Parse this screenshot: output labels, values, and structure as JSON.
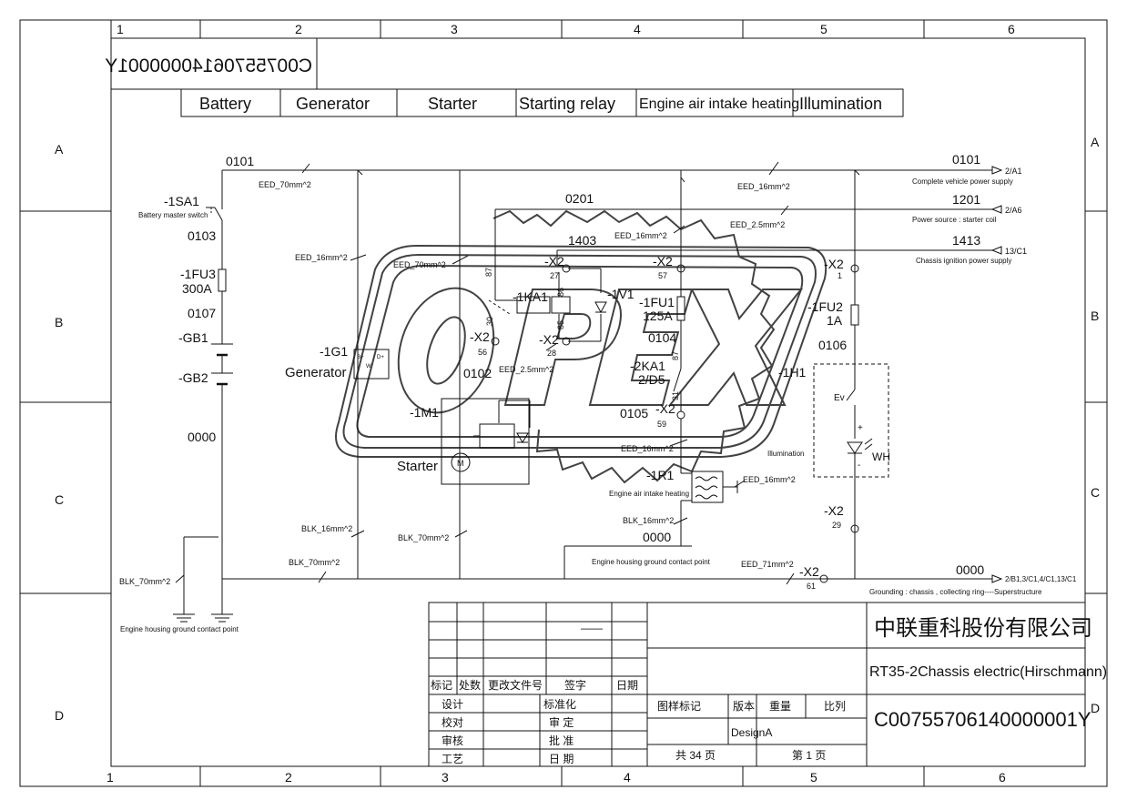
{
  "frame": {
    "cols_top": [
      "1",
      "2",
      "3",
      "4",
      "5",
      "6"
    ],
    "cols_bottom": [
      "1",
      "2",
      "3",
      "4",
      "5",
      "6"
    ],
    "rows_left": [
      "A",
      "B",
      "C",
      "D"
    ],
    "rows_right": [
      "A",
      "B",
      "C",
      "D"
    ]
  },
  "mirrored_code": "C00755706140000001Y",
  "tabs": [
    "Battery",
    "Generator",
    "Starter",
    "Starting relay",
    "Engine air intake heating",
    "Illumination"
  ],
  "watermark": "OPEX",
  "wires": {
    "w0101_left": "0101",
    "w0101_right": "0101",
    "w0201": "0201",
    "w1201": "1201",
    "w1403_top": "1403",
    "w1413": "1413",
    "w0103": "0103",
    "w0107": "0107",
    "w0000_left": "0000",
    "w0000_mid": "0000",
    "w0000_right": "0000",
    "w0102": "0102",
    "w0104": "0104",
    "w0105": "0105",
    "w0106": "0106"
  },
  "cables": {
    "eed70_a": "EED_70mm^2",
    "eed70_b": "EED_70mm^2",
    "eed16_a": "EED_16mm^2",
    "eed16_b": "EED_16mm^2",
    "eed16_c": "EED_16mm^2",
    "eed16_d": "EED_16mm^2",
    "eed16_e": "EED_16mm^2",
    "eed25_a": "EED_2.5mm^2",
    "eed25_b": "EED_2.5mm^2",
    "eed71": "EED_71mm^2",
    "blk16_a": "BLK_16mm^2",
    "blk16_b": "BLK_16mm^2",
    "blk70_a": "BLK_70mm^2",
    "blk70_b": "BLK_70mm^2",
    "blk70_c": "BLK_70mm^2"
  },
  "components": {
    "sa1": "-1SA1",
    "sa1_desc": "Battery master switch",
    "fu3": "-1FU3",
    "fu3_val": "300A",
    "gb1": "-GB1",
    "gb2": "-GB2",
    "g1": "-1G1",
    "g1_name": "Generator",
    "m1": "-1M1",
    "m1_name": "Starter",
    "m_symbol": "M",
    "ka1": "-1KA1",
    "v1": "-1V1",
    "fu1": "-1FU1",
    "fu1_val": "125A",
    "ka2": "-2KA1",
    "ka2_ref": "2/D5",
    "r1": "-1R1",
    "r1_desc": "Engine air intake heating",
    "fu2": "-1FU2",
    "fu2_val": "1A",
    "h1": "-1H1",
    "h1_desc": "Illumination",
    "ev": "Ev",
    "wh": "WH",
    "plus": "+",
    "minus": "-",
    "g1_pin_b": "B+",
    "g1_pin_d": "D+",
    "g1_pin_w": "W"
  },
  "connectors": {
    "x2": "-X2",
    "p27": "27",
    "p57": "57",
    "p1": "1",
    "p56": "56",
    "p28": "28",
    "p59": "59",
    "p29": "29",
    "p61": "61"
  },
  "pins": {
    "k87a": "87",
    "k86": "86",
    "k30": "30",
    "k85": "85",
    "k87b": "87",
    "k31": "31"
  },
  "outputs": {
    "o1_ref": "2/A1",
    "o1_desc": "Complete vehicle power supply",
    "o2_ref": "2/A6",
    "o2_desc": "Power source : starter coil",
    "o3_ref": "13/C1",
    "o3_desc": "Chassis ignition power supply",
    "o4_ref": "2/B1,3/C1,4/C1,13/C1",
    "o4_desc": "Grounding : chassis , collecting ring----Superstructure"
  },
  "ground_labels": {
    "left": "Engine housing ground contact point",
    "mid": "Engine housing ground contact point"
  },
  "title_block": {
    "company": "中联重科股份有限公司",
    "drawing_title": "RT35-2Chassis electric(Hirschmann)",
    "drawing_code": "C00755706140000001Y",
    "rev_headers": [
      "标记",
      "处数",
      "更改文件号",
      "签字",
      "日期"
    ],
    "roles_left": [
      "设计",
      "校对",
      "审核",
      "工艺"
    ],
    "roles_mid": [
      "标准化",
      "审 定",
      "批 准",
      "日 期"
    ],
    "meta_headers": [
      "图样标记",
      "版本",
      "重量",
      "比列"
    ],
    "version": "DesignA",
    "total_pages": "共 34 页",
    "page": "第 1 页",
    "dash": "——"
  }
}
